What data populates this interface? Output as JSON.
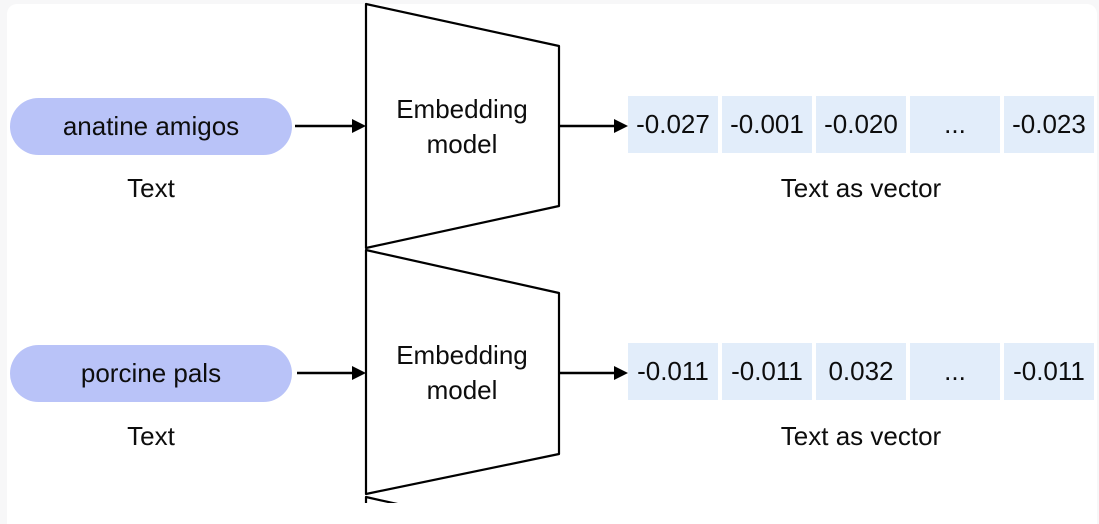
{
  "diagram": {
    "rows": [
      {
        "input_text": "anatine amigos",
        "input_caption": "Text",
        "model_label": "Embedding model",
        "vector_values": [
          "-0.027",
          "-0.001",
          "-0.020",
          "...",
          "-0.023"
        ],
        "vector_caption": "Text as vector"
      },
      {
        "input_text": "porcine pals",
        "input_caption": "Text",
        "model_label": "Embedding model",
        "vector_values": [
          "-0.011",
          "-0.011",
          "0.032",
          "...",
          "-0.011"
        ],
        "vector_caption": "Text as vector"
      }
    ],
    "colors": {
      "pill": "#b9c3f8",
      "vector_cell": "#e2edfa",
      "stroke": "#000000",
      "canvas": "#ffffff",
      "page_edge": "#f7f7f8"
    }
  }
}
